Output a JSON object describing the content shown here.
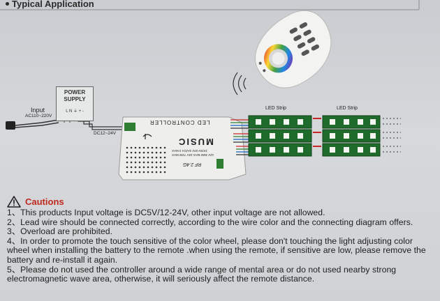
{
  "heading": "Typical Application",
  "diagram": {
    "power_supply": {
      "title_line1": "POWER",
      "title_line2": "SUPPLY",
      "terminals": "L  N  ⏚  +  -"
    },
    "input": {
      "label": "Input",
      "voltage": "AC110~220V"
    },
    "dc_label": "DC12~24V",
    "controller": {
      "title": "LED CONTROLLER",
      "brand": "MUSIC",
      "rf": "RF 2.4G",
      "spec_line1": "DC5V-24V 3A/CH 3 MAX",
      "spec_line2": "12V 36W MAX 24V 72W MAX"
    },
    "strip_labels": [
      "LED Strip",
      "LED Strip"
    ]
  },
  "cautions": {
    "title": "Cautions",
    "items": [
      "1、This products Input voltage is DC5V/12-24V, other input voltage are not allowed.",
      "2、Lead wire should be connected correctly, according to the wire color and the connecting diagram offers.",
      "3、Overload are prohibited.",
      "4、In order to promote the touch sensitive of the color wheel, please don't touching the light adjusting color wheel when installing the battery to the remote .when using the remote, if sensitive are low, please remove the battery and re-install it again.",
      "5、Please do not used the controller around a wide range of mental area or do not used nearby strong electromagnetic wave area, otherwise,  it will seriously affect the remote distance."
    ]
  },
  "colors": {
    "caution_red": "#c0281e",
    "strip_green": "#1f6b2c",
    "text": "#1e1e1e"
  }
}
